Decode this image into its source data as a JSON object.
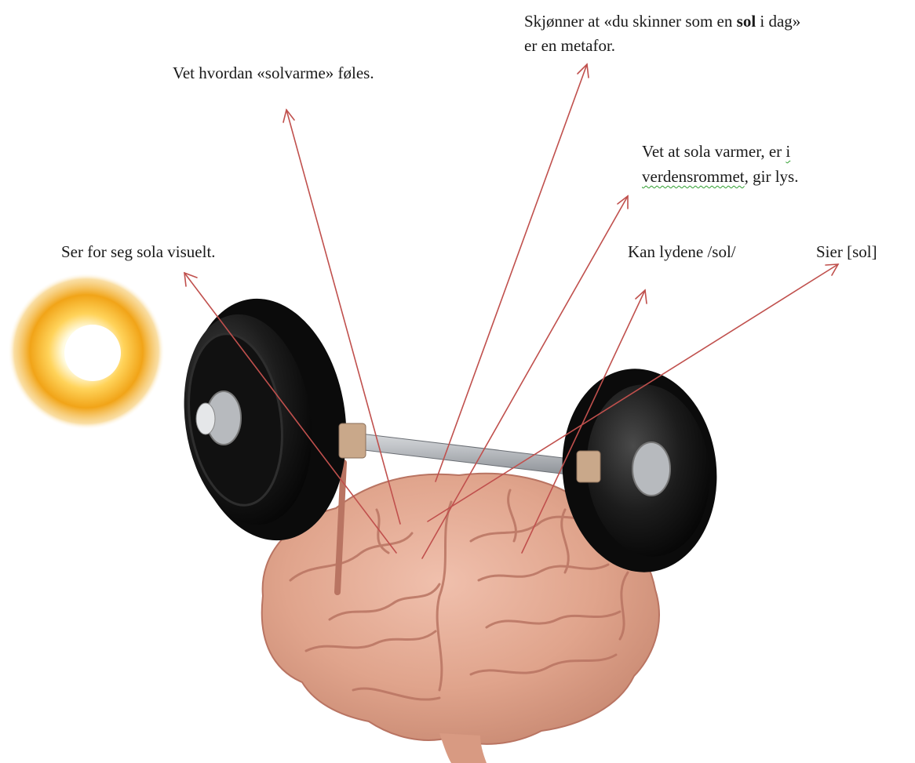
{
  "labels": {
    "metaphor_pre": "Skjønner at «du skinner som en ",
    "metaphor_bold": "sol",
    "metaphor_post": " i dag»",
    "metaphor_line2": "er en metafor.",
    "warmth": "Vet hvordan «solvarme» føles.",
    "facts_line1_a": "Vet at sola varmer, er ",
    "facts_line1_b": "i",
    "facts_line2_a": "verdensrommet",
    "facts_line2_b": ", gir lys.",
    "visual": "Ser for seg sola visuelt.",
    "sounds": "Kan lydene /sol/",
    "says": "Sier [sol]"
  },
  "colors": {
    "arrow": "#c0504d",
    "text": "#1a1a1a",
    "brain": "#e0a48c",
    "brain_fold": "#b97462",
    "plate": "#141414",
    "bar": "#c9ccd0",
    "sun_core": "#ffffff",
    "sun_glow": "#f1a418",
    "spellcheck": "#2e9e2e"
  },
  "icons": [
    "sun-icon",
    "barbell-icon",
    "brain-icon"
  ]
}
